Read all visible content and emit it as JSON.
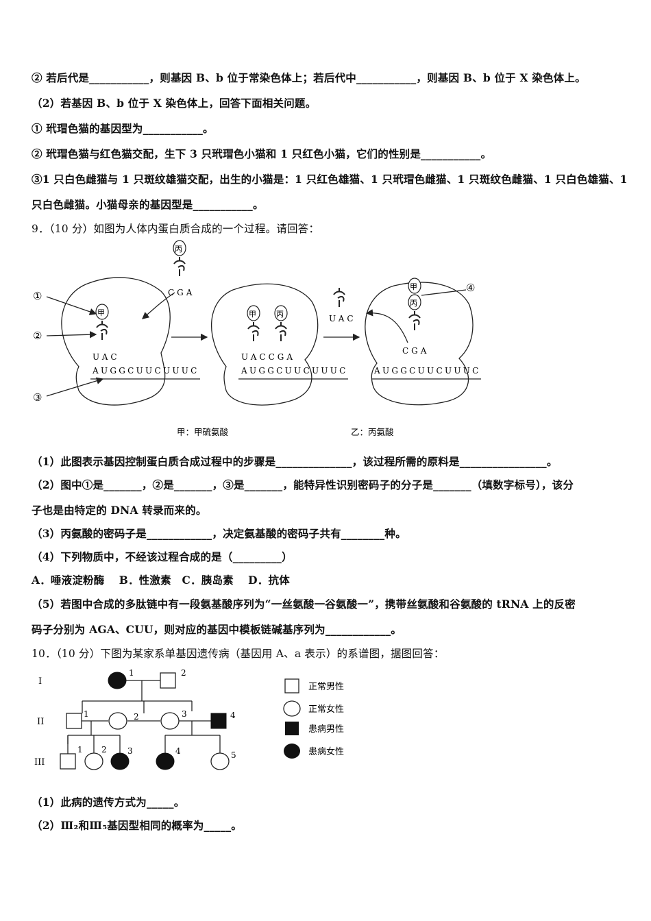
{
  "q8_lines": [
    "② 若后代是___________，则基因 B、b 位于常染色体上；若后代中___________，则基因 B、b 位于 X 染色体上。",
    "（2）若基因 B、b 位于 X 染色体上，回答下面相关问题。",
    "① 玳瑁色猫的基因型为___________。",
    "② 玳瑁色猫与红色猫交配，生下 3 只玳瑁色小猫和 1 只红色小猫，它们的性别是___________。",
    "③1 只白色雌猫与 1 只斑纹雄猫交配，出生的小猫是：1 只红色雄猫、1 只玳瑁色雌猫、1 只斑纹色雌猫、1 只白色雄猫、1",
    "只白色雌猫。小猫母亲的基因型是___________。"
  ],
  "q9": {
    "title": "9．（10 分）如图为人体内蛋白质合成的一个过程。请回答：",
    "figure": {
      "markers": [
        "①",
        "②",
        "③",
        "④"
      ],
      "trna_labels": [
        "丙",
        "甲",
        "甲",
        "丙",
        "甲",
        "丙"
      ],
      "anticodons": [
        "CGA",
        "UAC",
        "UACCGA",
        "UAC",
        "CGA"
      ],
      "mrna": "AUGGCUUCUUUC",
      "legend_jia": "甲：甲硫氨酸",
      "legend_yi": "乙：丙氨酸"
    },
    "lines": [
      "（1）此图表示基因控制蛋白质合成过程中的步骤是______________，该过程所需的原料是________________。",
      "（2）图中①是_______，②是_______，③是_______，能特异性识别密码子的分子是_______（填数字标号），该分",
      "子也是由特定的 DNA 转录而来的。",
      "（3）丙氨酸的密码子是____________，决定氨基酸的密码子共有________种。",
      "（4）下列物质中，不经该过程合成的是（_________）",
      "A．唾液淀粉酶　 B．性激素　C．胰岛素　 D．抗体",
      "（5）若图中合成的多肽链中有一段氨基酸序列为“一丝氨酸一谷氨酸一”，携带丝氨酸和谷氨酸的 tRNA 上的反密",
      "码子分别为 AGA、CUU，则对应的基因中模板链碱基序列为____________。"
    ]
  },
  "q10": {
    "title": "10．（10 分）下图为某家系单基因遗传病（基因用 A、a 表示）的系谱图，据图回答：",
    "generations": [
      "I",
      "II",
      "III"
    ],
    "numbers": {
      "g1": [
        "1",
        "2"
      ],
      "g2": [
        "1",
        "2",
        "3",
        "4"
      ],
      "g3": [
        "1",
        "2",
        "3",
        "4",
        "5"
      ]
    },
    "legend": [
      "正常男性",
      "正常女性",
      "患病男性",
      "患病女性"
    ],
    "lines": [
      "（1）此病的遗传方式为_____。",
      "（2）Ⅲ₂和Ⅲ₅基因型相同的概率为_____。"
    ]
  }
}
